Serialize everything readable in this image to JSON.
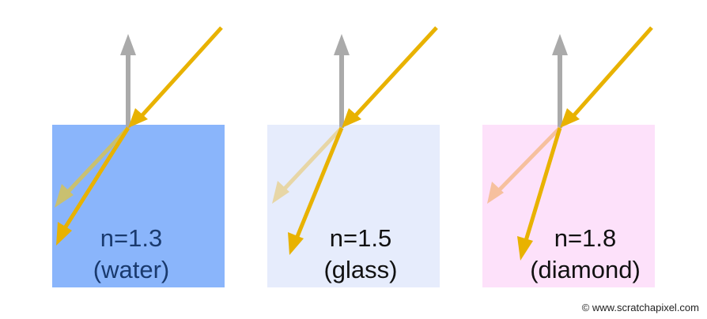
{
  "panels": [
    {
      "id": "water",
      "index_label": "n=1.3",
      "material_label": "(water)",
      "fill_color": "#8ab5fb",
      "text_color": "#1a3a6e",
      "refraction_color": "#e8b200",
      "reflection_color": "#c9c070"
    },
    {
      "id": "glass",
      "index_label": "n=1.5",
      "material_label": "(glass)",
      "fill_color": "#e6ecfc",
      "text_color": "#111111",
      "refraction_color": "#e8b200",
      "reflection_color": "#e7d6a6"
    },
    {
      "id": "diamond",
      "index_label": "n=1.8",
      "material_label": "(diamond)",
      "fill_color": "#fde1fa",
      "text_color": "#111111",
      "refraction_color": "#e8b200",
      "reflection_color": "#f6c09e"
    }
  ],
  "colors": {
    "normal": "#aaaaaa",
    "incident": "#e8b200"
  },
  "credit": "© www.scratchapixel.com"
}
